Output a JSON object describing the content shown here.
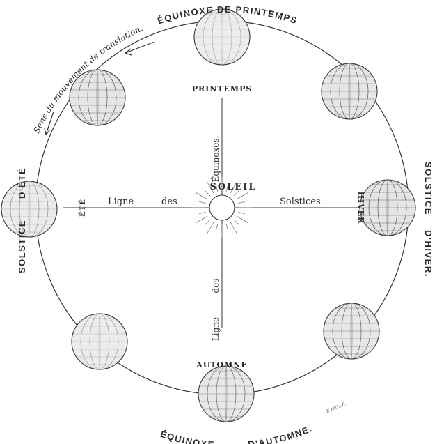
{
  "labels": {
    "equinox_spring": "ÉQUINOXE DE PRINTEMPS",
    "equinox_autumn_part1": "ÉQUINOXE",
    "equinox_autumn_part2": "D'AUTOMNE.",
    "solstice_summer_part1": "SOLSTICE",
    "solstice_summer_part2": "D'ÉTÉ",
    "solstice_winter_part1": "SOLSTICE",
    "solstice_winter_part2": "D'HIVER.",
    "motion": "Sens du mouvement de translation.",
    "spring": "PRINTEMPS",
    "autumn": "AUTOMNE",
    "summer": "ÉTÉ",
    "winter": "HIVER",
    "sun": "SOLEIL",
    "solstice_line_left_1": "Ligne",
    "solstice_line_left_2": "des",
    "solstice_line_right": "Solstices.",
    "equinox_line_top": "Équinoxes.",
    "equinox_line_bottom_1": "Ligne",
    "equinox_line_bottom_2": "des",
    "signature": "E.HELLÉ."
  },
  "colors": {
    "ink": "#2a2a2a",
    "globe_fill": "#f2f2f0"
  }
}
